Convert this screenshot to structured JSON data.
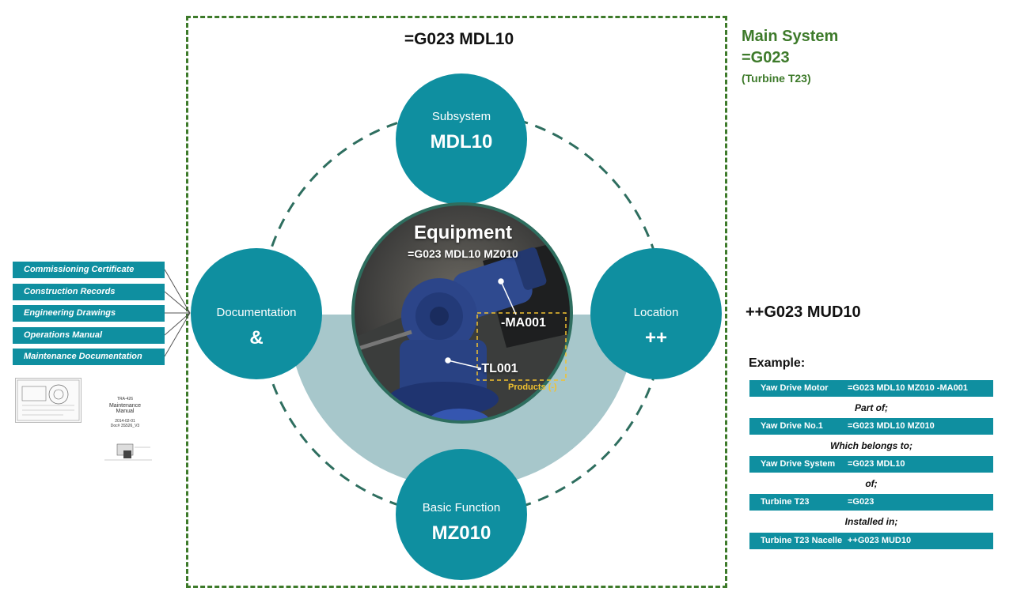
{
  "system_code": "=G023 MDL10",
  "main_system": {
    "label": "Main System",
    "code": "=G023",
    "name": "(Turbine T23)"
  },
  "location_code": "++G023 MUD10",
  "subsystem": {
    "label": "Subsystem",
    "code": "MDL10"
  },
  "documentation": {
    "label": "Documentation",
    "symbol": "&"
  },
  "location": {
    "label": "Location",
    "symbol": "++"
  },
  "basic_function": {
    "label": "Basic Function",
    "code": "MZ010"
  },
  "equipment": {
    "title": "Equipment",
    "code": "=G023 MDL10 MZ010",
    "tag1": "-MA001",
    "tag2": "-TL001",
    "products_label": "Products (-)"
  },
  "doc_list": [
    "Commissioning Certificate",
    "Construction Records",
    "Engineering Drawings",
    "Operations Manual",
    "Maintenance Documentation"
  ],
  "thumbnail": {
    "doc_id": "TRA-426",
    "title_line1": "Maintenance",
    "title_line2": "Manual",
    "date": "2014-02-01",
    "ref": "Doc# 3S526_V3"
  },
  "example": {
    "title": "Example:",
    "rows": [
      {
        "name": "Yaw Drive Motor",
        "code": "=G023 MDL10 MZ010 -MA001"
      },
      {
        "name": "Yaw Drive No.1",
        "code": "=G023 MDL10 MZ010"
      },
      {
        "name": "Yaw Drive System",
        "code": "=G023 MDL10"
      },
      {
        "name": "Turbine T23",
        "code": "=G023"
      },
      {
        "name": "Turbine T23 Nacelle",
        "code": "++G023 MUD10"
      }
    ],
    "connectors": [
      "Part of;",
      "Which belongs to;",
      "of;",
      "Installed in;"
    ]
  },
  "colors": {
    "teal": "#0f8fa0",
    "green_frame": "#3d7a2a",
    "light_teal": "#a7c7cb",
    "dashed_ring": "#2e6e5f",
    "products_yellow": "#f2c230"
  }
}
